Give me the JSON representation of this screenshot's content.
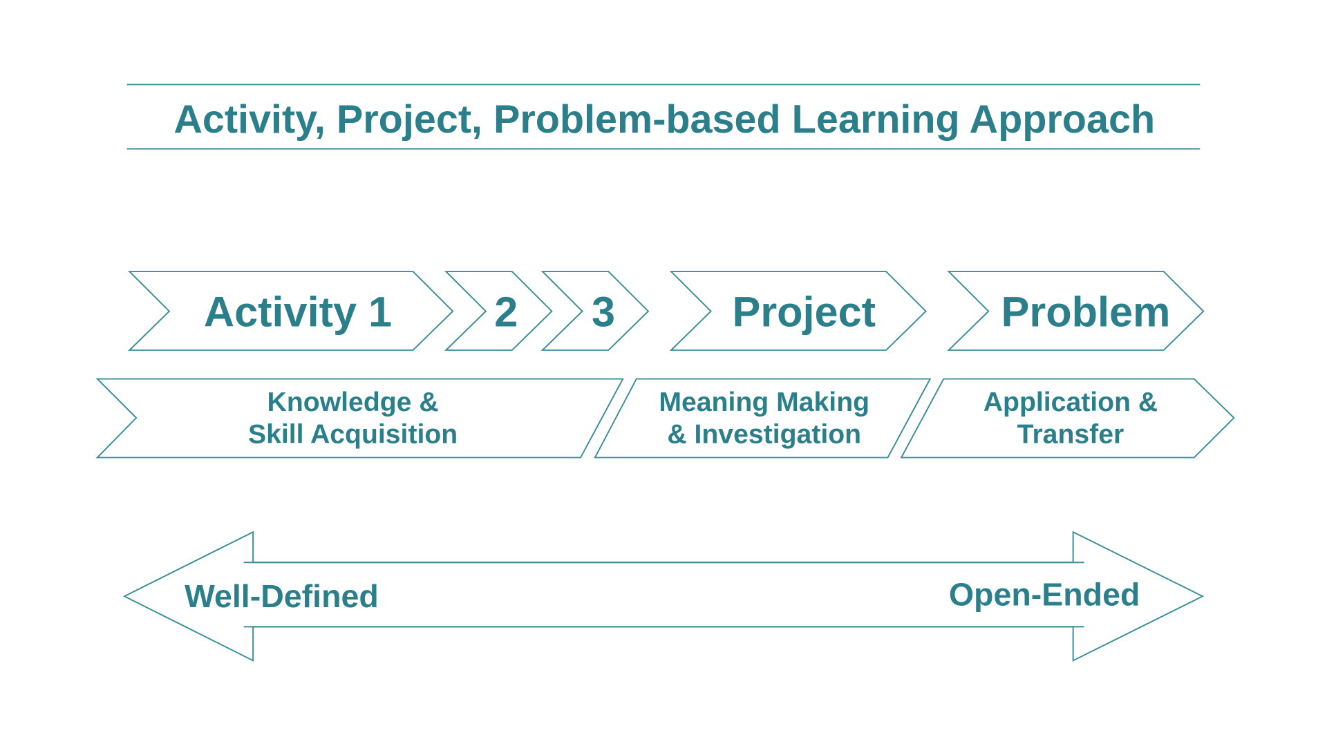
{
  "title": "Activity, Project, Problem-based Learning Approach",
  "stages": {
    "activity1": "Activity 1",
    "activity2": "2",
    "activity3": "3",
    "project": "Project",
    "problem": "Problem"
  },
  "phases": {
    "knowledge": [
      "Knowledge &",
      "Skill Acquisition"
    ],
    "meaning": [
      "Meaning Making",
      "& Investigation"
    ],
    "application": [
      "Application &",
      "Transfer"
    ]
  },
  "spectrum": {
    "left": "Well-Defined",
    "right": "Open-Ended"
  },
  "colors": {
    "accent": "#2a7f8a",
    "stroke": "#3a8e97"
  }
}
